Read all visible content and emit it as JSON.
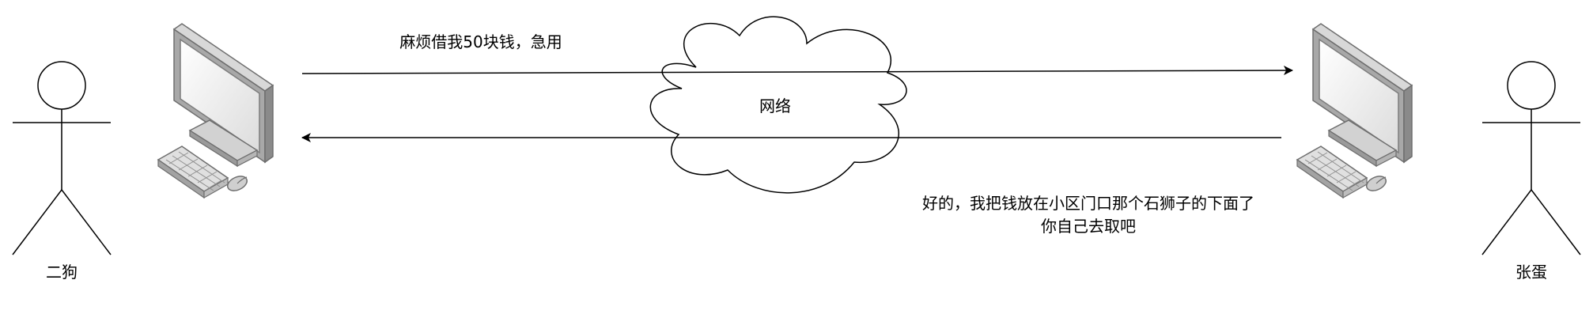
{
  "actors": {
    "left": {
      "label": "二狗"
    },
    "right": {
      "label": "张蛋"
    }
  },
  "cloud": {
    "label": "网络"
  },
  "messages": {
    "request": "麻烦借我50块钱，急用",
    "reply_line1": "好的，我把钱放在小区门口那个石狮子的下面了",
    "reply_line2": "你自己去取吧"
  },
  "icons": [
    "person-icon",
    "computer-icon",
    "cloud-icon",
    "arrow-right",
    "arrow-left"
  ]
}
